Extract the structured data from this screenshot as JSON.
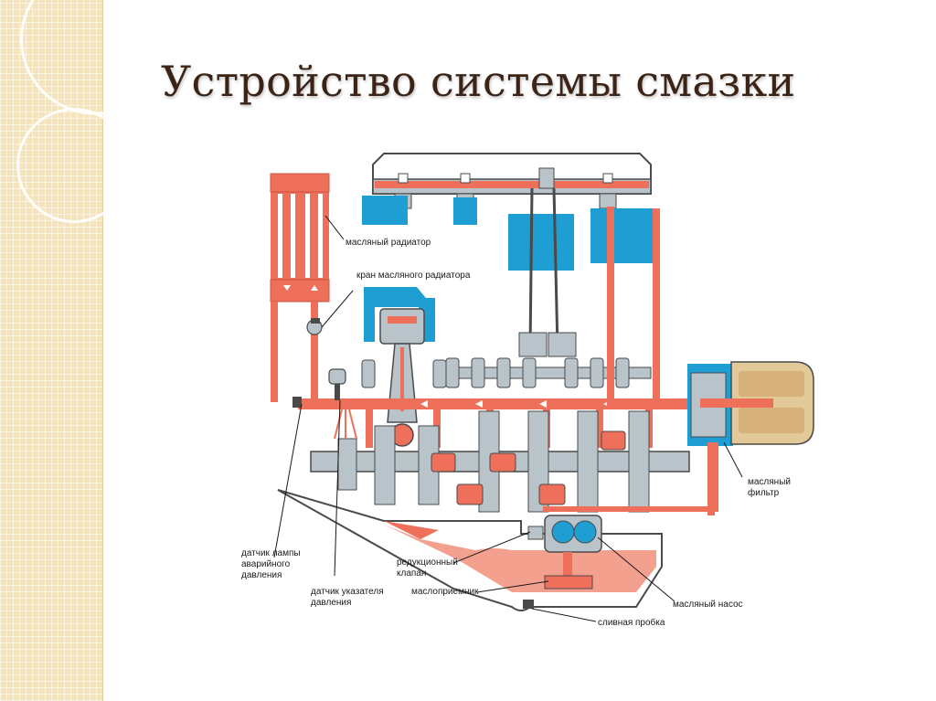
{
  "slide": {
    "title": "Устройство системы смазки"
  },
  "diagram": {
    "labels": {
      "oil_radiator": "масляный радиатор",
      "radiator_valve": "кран масляного радиатора",
      "oil_filter_1": "масляный",
      "oil_filter_2": "фильтр",
      "lamp_sensor_1": "датчик лампы",
      "lamp_sensor_2": "аварийного",
      "lamp_sensor_3": "давления",
      "reducing_valve_1": "редукционный",
      "reducing_valve_2": "клапан",
      "gauge_sensor_1": "датчик указателя",
      "gauge_sensor_2": "давления",
      "oil_intake": "маслоприемник",
      "oil_pump": "масляный насос",
      "drain_plug": "сливная пробка"
    }
  },
  "colors": {
    "oil": "#ee6f5a",
    "coolant_block": "#1f9ed3",
    "metal": "#b8c4c9",
    "filter_body": "#e3c898",
    "title": "#3b2416"
  }
}
